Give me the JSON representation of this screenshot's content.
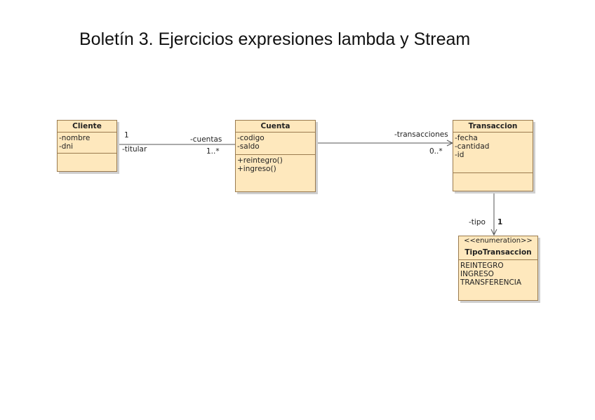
{
  "title": "Boletín 3. Ejercicios expresiones lambda y Stream",
  "classes": {
    "cliente": {
      "name": "Cliente",
      "attributes": [
        "-nombre",
        "-dni"
      ],
      "operations": []
    },
    "cuenta": {
      "name": "Cuenta",
      "attributes": [
        "-codigo",
        "-saldo"
      ],
      "operations": [
        "+reintegro()",
        "+ingreso()"
      ]
    },
    "transaccion": {
      "name": "Transaccion",
      "attributes": [
        "-fecha",
        "-cantidad",
        "-id"
      ],
      "operations": []
    },
    "tipoTransaccion": {
      "stereotype": "<<enumeration>>",
      "name": "TipoTransaccion",
      "literals": [
        "REINTEGRO",
        "INGRESO",
        "TRANSFERENCIA"
      ]
    }
  },
  "associations": {
    "cliente_cuenta": {
      "titular_role": "-titular",
      "titular_mult": "1",
      "cuentas_role": "-cuentas",
      "cuentas_mult": "1..*"
    },
    "cuenta_transaccion": {
      "role": "-transacciones",
      "mult": "0..*"
    },
    "transaccion_tipo": {
      "role": "-tipo",
      "mult": "1"
    }
  },
  "colors": {
    "class_fill": "#fee8bd",
    "class_border": "#9a7b4f",
    "line": "#555555"
  }
}
